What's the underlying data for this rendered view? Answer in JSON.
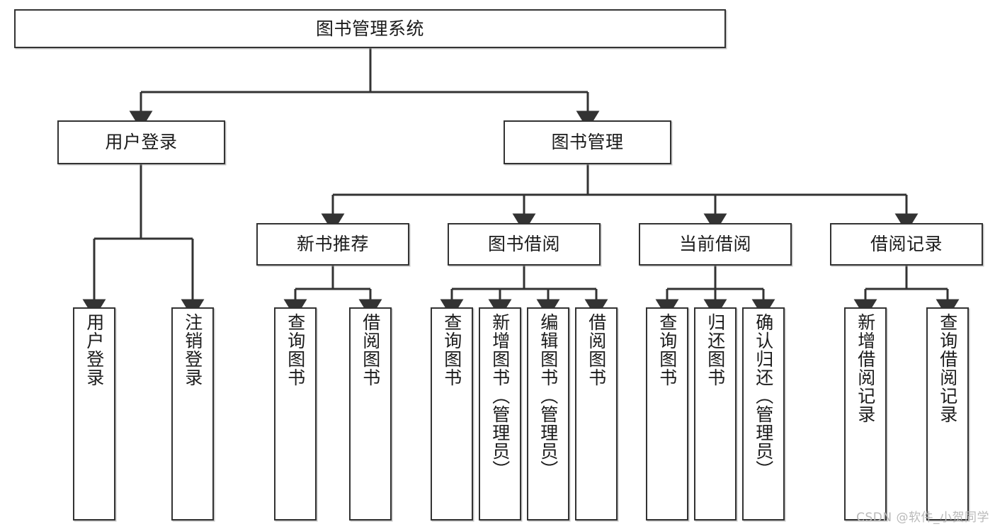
{
  "diagram": {
    "title": "图书管理系统",
    "type": "tree-hierarchy-chart",
    "watermark": "CSDN @软件_小贺同学",
    "colors": {
      "box_border": "#333333",
      "box_fill": "#ffffff",
      "edge": "#333333",
      "text": "#1b1b1b",
      "watermark": "#b9b9b9",
      "background": "#ffffff"
    },
    "root": {
      "id": "root",
      "label": "图书管理系统"
    },
    "level2": [
      {
        "id": "user-login",
        "label": "用户登录"
      },
      {
        "id": "book-manage",
        "label": "图书管理"
      }
    ],
    "level3": [
      {
        "id": "new-book-recommend",
        "label": "新书推荐"
      },
      {
        "id": "book-borrow",
        "label": "图书借阅"
      },
      {
        "id": "current-borrow",
        "label": "当前借阅"
      },
      {
        "id": "borrow-record",
        "label": "借阅记录"
      }
    ],
    "leaves": [
      {
        "id": "leaf-user-login",
        "label": "用户登录",
        "parent": "user-login"
      },
      {
        "id": "leaf-logout-login",
        "label": "注销登录",
        "parent": "user-login"
      },
      {
        "id": "leaf-query-book-1",
        "label": "查询图书",
        "parent": "new-book-recommend"
      },
      {
        "id": "leaf-borrow-book-1",
        "label": "借阅图书",
        "parent": "new-book-recommend"
      },
      {
        "id": "leaf-query-book-2",
        "label": "查询图书",
        "parent": "book-borrow"
      },
      {
        "id": "leaf-add-book",
        "label": "新增图书（管理员）",
        "parent": "book-borrow"
      },
      {
        "id": "leaf-edit-book",
        "label": "编辑图书（管理员）",
        "parent": "book-borrow"
      },
      {
        "id": "leaf-borrow-book-2",
        "label": "借阅图书",
        "parent": "book-borrow"
      },
      {
        "id": "leaf-query-book-3",
        "label": "查询图书",
        "parent": "current-borrow"
      },
      {
        "id": "leaf-return-book",
        "label": "归还图书",
        "parent": "current-borrow"
      },
      {
        "id": "leaf-confirm-return",
        "label": "确认归还（管理员）",
        "parent": "current-borrow"
      },
      {
        "id": "leaf-add-record",
        "label": "新增借阅记录",
        "parent": "borrow-record"
      },
      {
        "id": "leaf-query-record",
        "label": "查询借阅记录",
        "parent": "borrow-record"
      }
    ]
  }
}
